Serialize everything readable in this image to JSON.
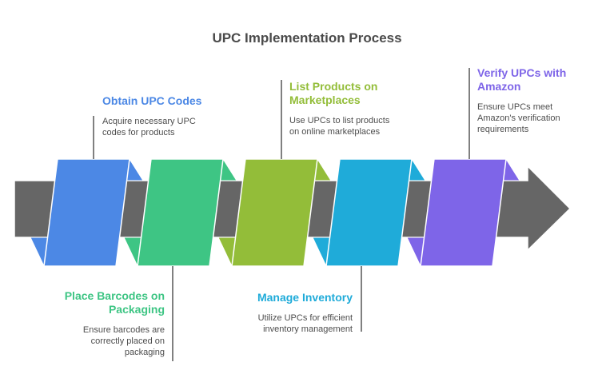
{
  "title": "UPC Implementation Process",
  "colors": {
    "band": "#666666",
    "connector": "#555555",
    "title": "#4a4a4a",
    "description": "#4d4d4d"
  },
  "steps": [
    {
      "title": "Obtain UPC Codes",
      "description": "Acquire necessary UPC codes for products",
      "color": "#4c88e5",
      "position": "top"
    },
    {
      "title": "Place Barcodes on Packaging",
      "description": "Ensure barcodes are correctly placed on packaging",
      "color": "#3ec584",
      "position": "bottom"
    },
    {
      "title": "List Products on Marketplaces",
      "description": "Use UPCs to list products on online marketplaces",
      "color": "#93bd39",
      "position": "top"
    },
    {
      "title": "Manage Inventory",
      "description": "Utilize UPCs for efficient inventory management",
      "color": "#1fabd9",
      "position": "bottom"
    },
    {
      "title": "Verify UPCs with Amazon",
      "description": "Ensure UPCs meet Amazon's verification requirements",
      "color": "#7e65e8",
      "position": "top"
    }
  ]
}
